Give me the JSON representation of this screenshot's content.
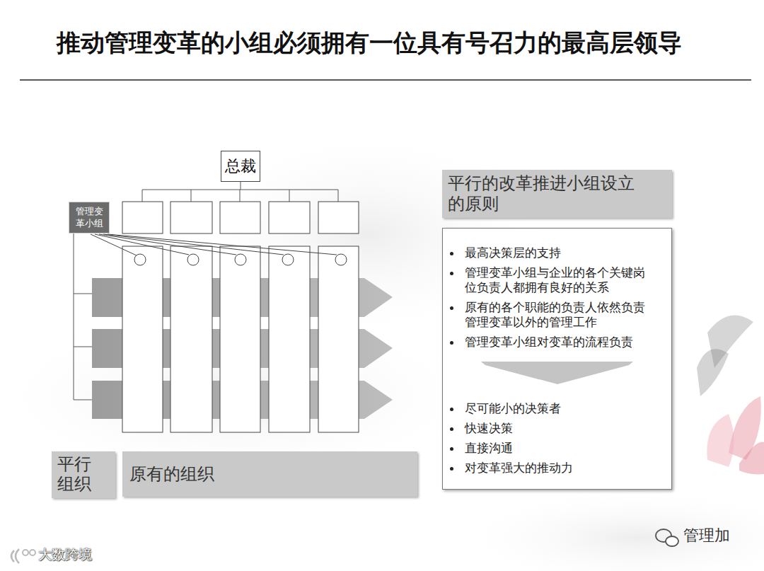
{
  "diagram": {
    "title": "推动管理变革的小组必须拥有一位具有号召力的最高层领导",
    "nodes": [
      {
        "text": [
          "总裁"
        ]
      },
      {
        "text": [
          "管理变 革小组"
        ]
      },
      {
        "text": [
          "平行 组织"
        ]
      },
      {
        "text": [
          "原有的组织"
        ]
      },
      {
        "text": [
          "平行的改革推进小组设立 的原则"
        ]
      },
      {
        "text": [
          "最高决策层的支持",
          "管理变革小组与企业的各个关键岗 位负责人都拥有良好的关系",
          "原有的各个职能的负责人依然负责 管理变革以外的管理工作",
          "管理变革小组对变革的流程负责",
          "尽可能小的决策者",
          "快速决策",
          "直接沟通",
          "对变革强大的推动力"
        ]
      }
    ],
    "labels": [
      "管理加",
      "大数跨境"
    ]
  }
}
